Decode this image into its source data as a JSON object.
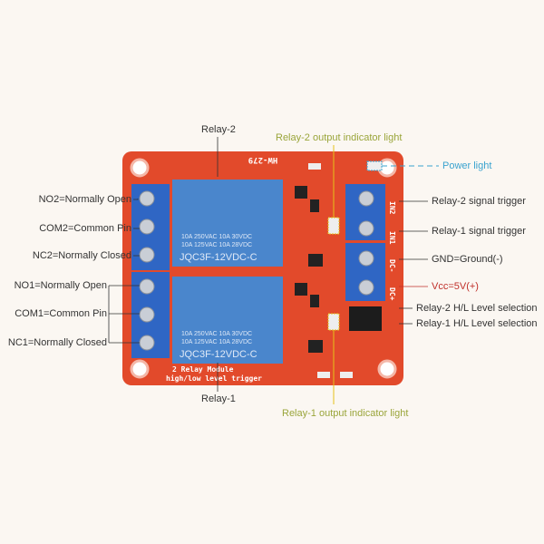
{
  "labels": {
    "relay2": "Relay-2",
    "relay1": "Relay-1",
    "relay2_indicator": "Relay-2 output indicator light",
    "relay1_indicator": "Relay-1 output indicator light",
    "power_light": "Power light",
    "no2": "NO2=Normally Open",
    "com2": "COM2=Common Pin",
    "nc2": "NC2=Normally Closed",
    "no1": "NO1=Normally Open",
    "com1": "COM1=Common Pin",
    "nc1": "NC1=Normally Closed",
    "in2": "Relay-2 signal trigger",
    "in1": "Relay-1 signal trigger",
    "gnd": "GND=Ground(-)",
    "vcc": "Vcc=5V(+)",
    "hl2": "Relay-2 H/L Level selection",
    "hl1": "Relay-1 H/L Level selection"
  },
  "board": {
    "model": "HW-279",
    "relay_model": "JQC3F-12VDC-C",
    "rating1": "10A 250VAC  10A  30VDC",
    "rating2": "10A 125VAC  10A  28VDC",
    "title1": "2 Relay Module",
    "title2": "high/low level trigger",
    "pins": [
      "IN2",
      "IN1",
      "DC-",
      "DC+"
    ]
  },
  "colors": {
    "board": "#e24a2b",
    "relay": "#4a86cc",
    "terminal": "#2f66c4",
    "indicator_line": "#e6c21a",
    "indicator_text": "#9aa53a",
    "power_text": "#3aa3cf",
    "vcc_text": "#c0302a"
  }
}
